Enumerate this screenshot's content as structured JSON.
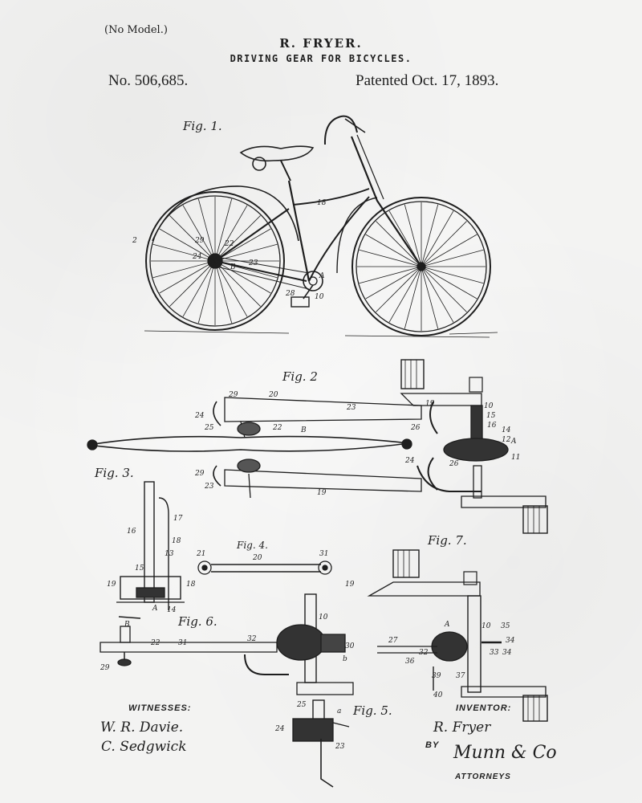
{
  "header": {
    "no_model": "(No Model.)",
    "inventor": "R. FRYER.",
    "title": "DRIVING GEAR FOR BICYCLES.",
    "patent_number": "No. 506,685.",
    "patent_date": "Patented Oct. 17, 1893."
  },
  "figures": {
    "fig1": "Fig. 1.",
    "fig2": "Fig. 2",
    "fig3": "Fig. 3.",
    "fig4": "Fig. 4.",
    "fig5": "Fig. 5.",
    "fig6": "Fig. 6.",
    "fig7": "Fig. 7."
  },
  "footer": {
    "witnesses_label": "WITNESSES:",
    "witness_1": "W. R. Davie.",
    "witness_2": "C. Sedgwick",
    "inventor_label": "INVENTOR:",
    "inventor_signature": "R. Fryer",
    "by_label": "BY",
    "attorney_signature": "Munn & Co",
    "attorneys_label": "ATTORNEYS"
  },
  "reference_numerals": {
    "fig1": [
      "2",
      "24",
      "29",
      "22",
      "23",
      "18",
      "B",
      "A",
      "10",
      "28"
    ],
    "fig2": [
      "29",
      "20",
      "23",
      "24",
      "25",
      "22",
      "B",
      "26",
      "19",
      "10",
      "15",
      "16",
      "14",
      "12",
      "A",
      "11",
      "26",
      "24",
      "29",
      "23",
      "19"
    ],
    "fig3": [
      "17",
      "16",
      "18",
      "13",
      "15",
      "19",
      "18",
      "B",
      "A",
      "14"
    ],
    "fig4": [
      "21",
      "20",
      "31",
      "19"
    ],
    "fig5": [
      "25",
      "a",
      "24",
      "23"
    ],
    "fig6": [
      "22",
      "31",
      "29",
      "32",
      "10",
      "30",
      "b"
    ],
    "fig7": [
      "A",
      "10",
      "35",
      "27",
      "34",
      "33",
      "34",
      "36",
      "32",
      "37",
      "39",
      "40"
    ]
  }
}
